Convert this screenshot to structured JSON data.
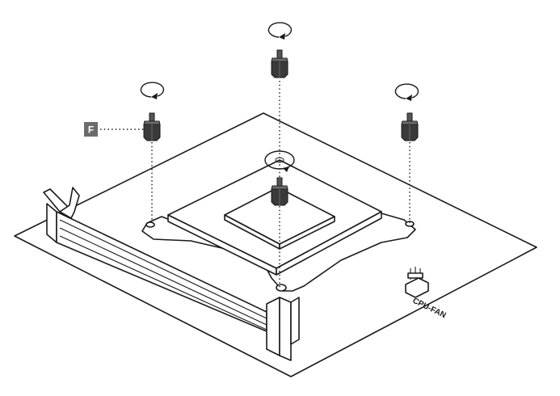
{
  "callout": {
    "label": "F"
  },
  "connector": {
    "label": "CPU-FAN"
  },
  "standoffs": [
    {
      "name": "standoff-top-center"
    },
    {
      "name": "standoff-left"
    },
    {
      "name": "standoff-right"
    },
    {
      "name": "standoff-center"
    }
  ],
  "colors": {
    "ink": "#1a1a1a",
    "screw": "#3a3a3a",
    "callout_bg": "#6b6b6b",
    "paper": "#ffffff"
  }
}
